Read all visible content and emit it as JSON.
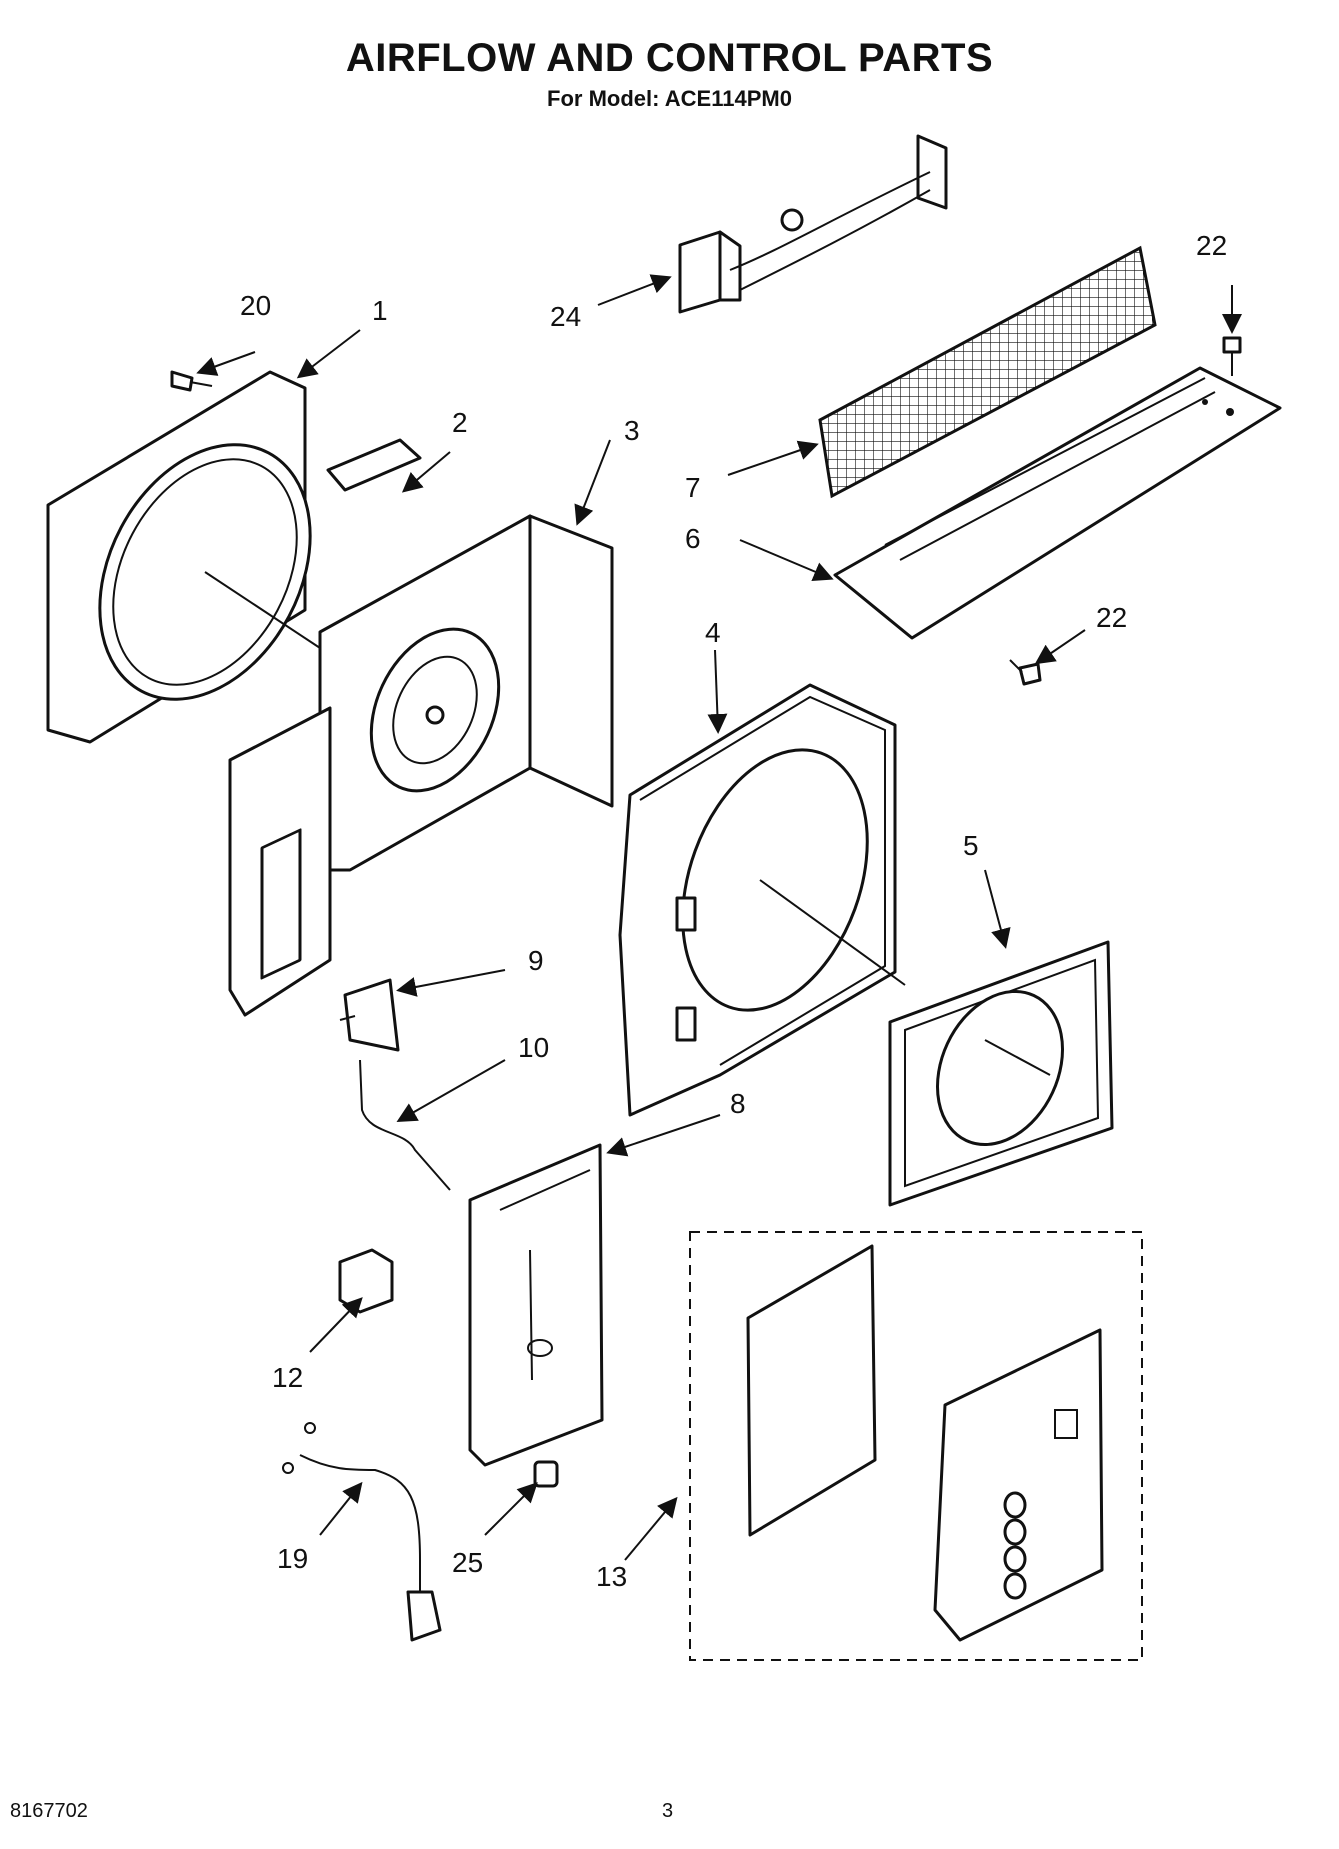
{
  "header": {
    "title": "AIRFLOW AND CONTROL PARTS",
    "subtitle": "For Model: ACE114PM0"
  },
  "callouts": {
    "p1": "1",
    "p2": "2",
    "p3": "3",
    "p4": "4",
    "p5": "5",
    "p6": "6",
    "p7": "7",
    "p8": "8",
    "p9": "9",
    "p10": "10",
    "p12": "12",
    "p13": "13",
    "p19": "19",
    "p20": "20",
    "p22a": "22",
    "p22b": "22",
    "p24": "24",
    "p25": "25"
  },
  "footer": {
    "doc_number": "8167702",
    "page_number": "3"
  }
}
